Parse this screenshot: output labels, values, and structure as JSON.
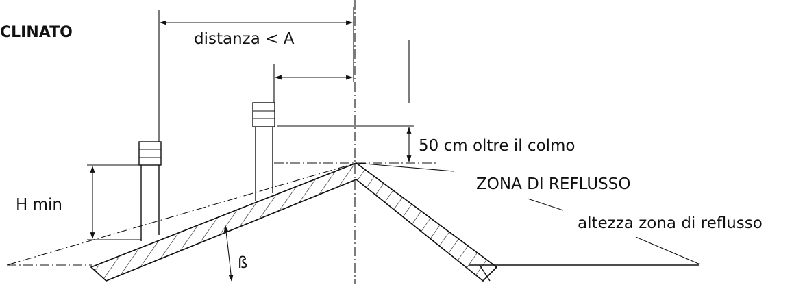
{
  "diagram": {
    "title": "CLINATO",
    "distance_label": "distanza < A",
    "clearance_label": "50 cm oltre il colmo",
    "reflux_zone_label": "ZONA DI REFLUSSO",
    "reflux_height_label": "altezza zona di reflusso",
    "hmin_label": "H min",
    "angle_label": "ß"
  }
}
